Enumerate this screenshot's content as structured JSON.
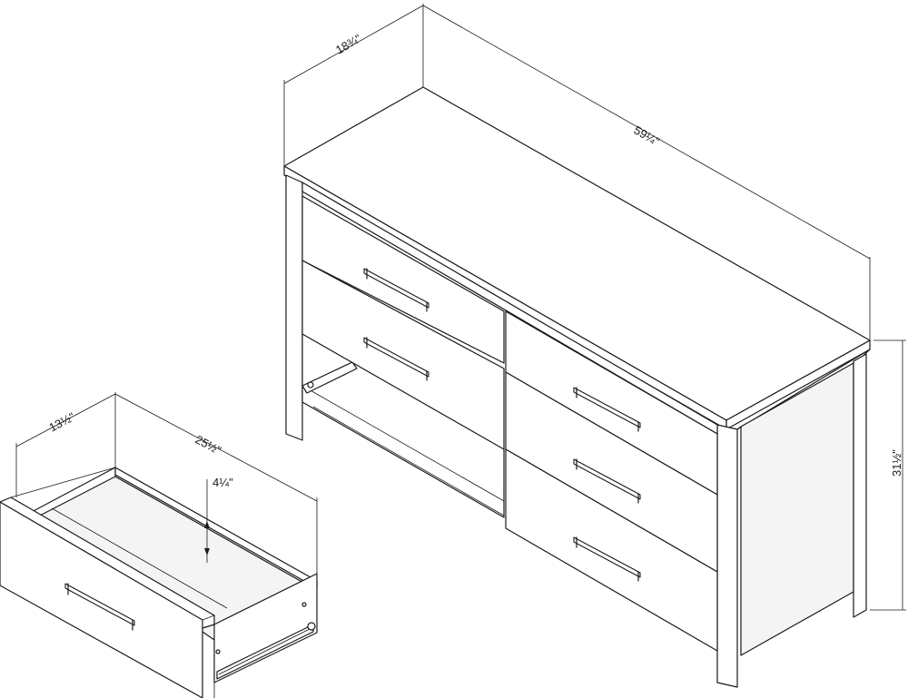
{
  "dresser": {
    "width_label": "59¼\"",
    "depth_label": "18¾\"",
    "height_label": "31½\""
  },
  "drawer": {
    "width_label": "25½\"",
    "depth_label": "13½\"",
    "height_label": "4¼\""
  }
}
